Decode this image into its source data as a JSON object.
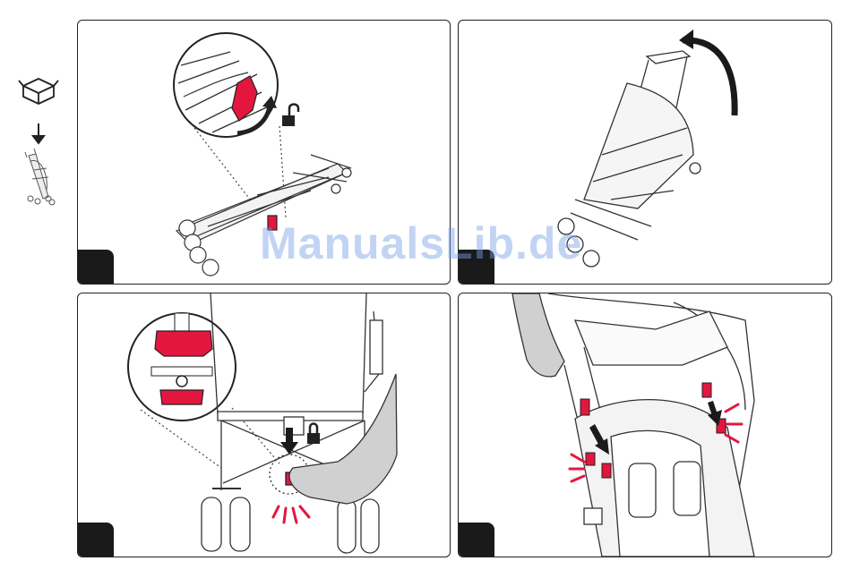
{
  "watermark": {
    "text": "ManualsLib.de"
  },
  "side_icons": [
    "box-icon",
    "down-arrow-icon",
    "stroller-icon"
  ],
  "panels": [
    {
      "id": "step-1",
      "illustration": "fold-lever-unlock",
      "icons": [
        "unlock-icon",
        "rotate-arrow-icon"
      ]
    },
    {
      "id": "step-2",
      "illustration": "unfold-handle-rotate",
      "icons": [
        "curved-arrow-icon"
      ]
    },
    {
      "id": "step-3",
      "illustration": "foot-press-lock",
      "icons": [
        "lock-icon",
        "down-arrow-icon",
        "click-lines-icon"
      ]
    },
    {
      "id": "step-4",
      "illustration": "side-locks-click",
      "icons": [
        "down-arrow-icon",
        "click-lines-icon"
      ]
    }
  ],
  "colors": {
    "accent": "#e3173e",
    "line": "#222222",
    "badge": "#1a1a1a"
  }
}
